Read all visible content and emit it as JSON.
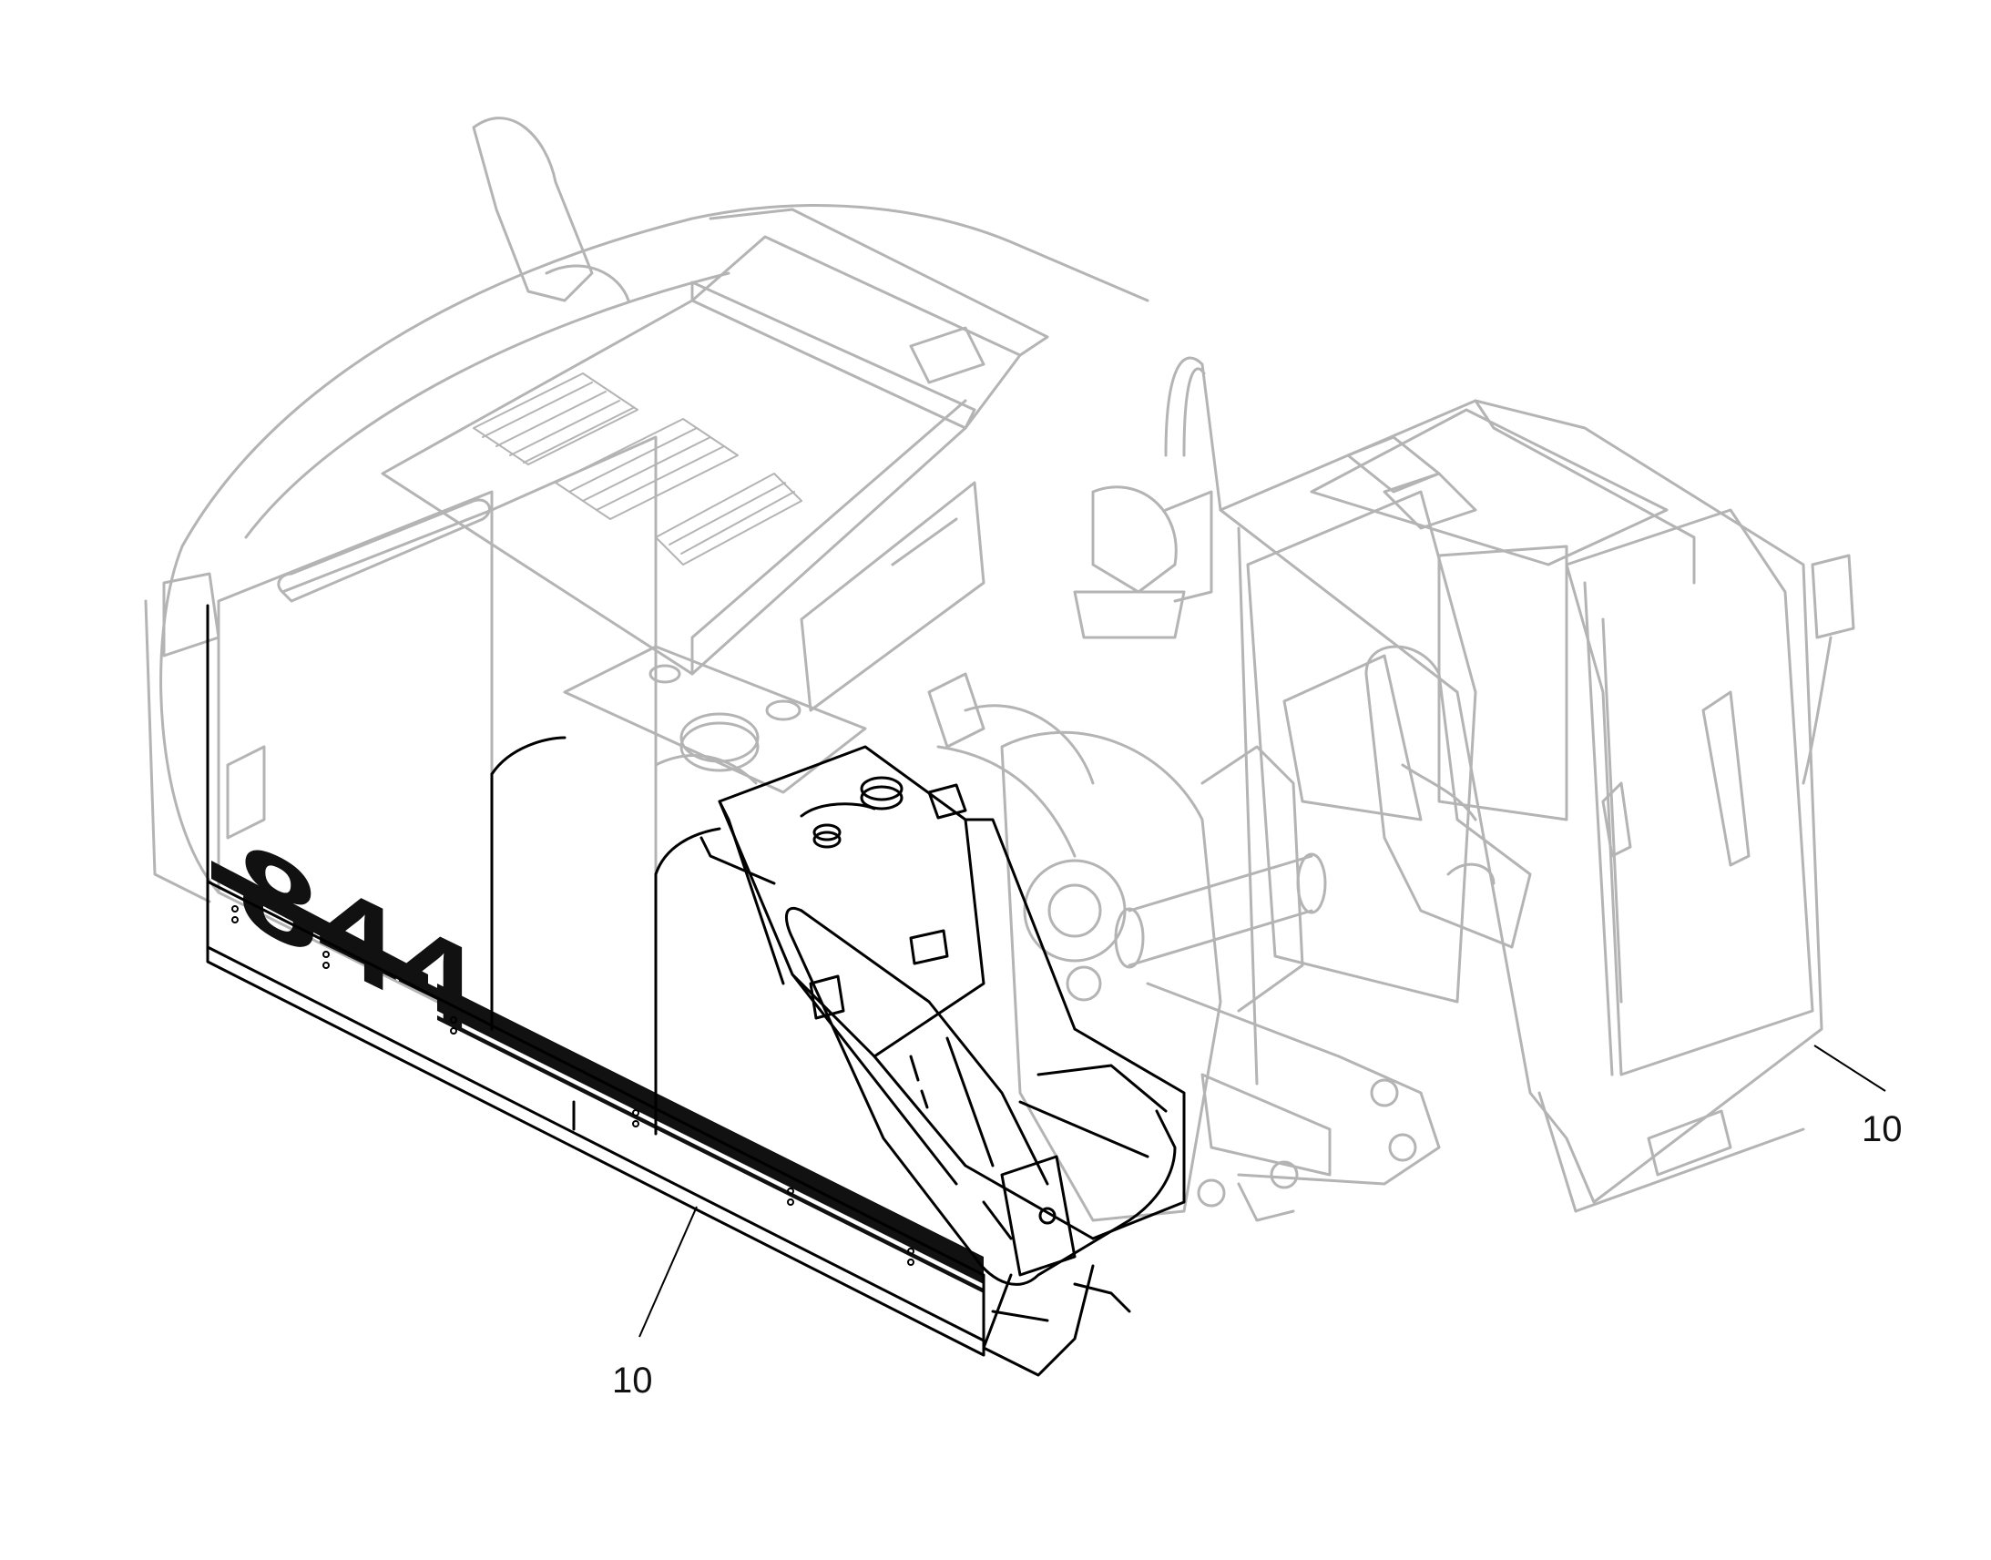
{
  "drawing": {
    "model_decal": "844",
    "colors": {
      "background": "#ffffff",
      "faded_line": "#b4b4b4",
      "highlight_line": "#000000",
      "decal": "#111111"
    },
    "callouts": [
      {
        "id": "left",
        "label": "10"
      },
      {
        "id": "right",
        "label": "10"
      }
    ]
  }
}
